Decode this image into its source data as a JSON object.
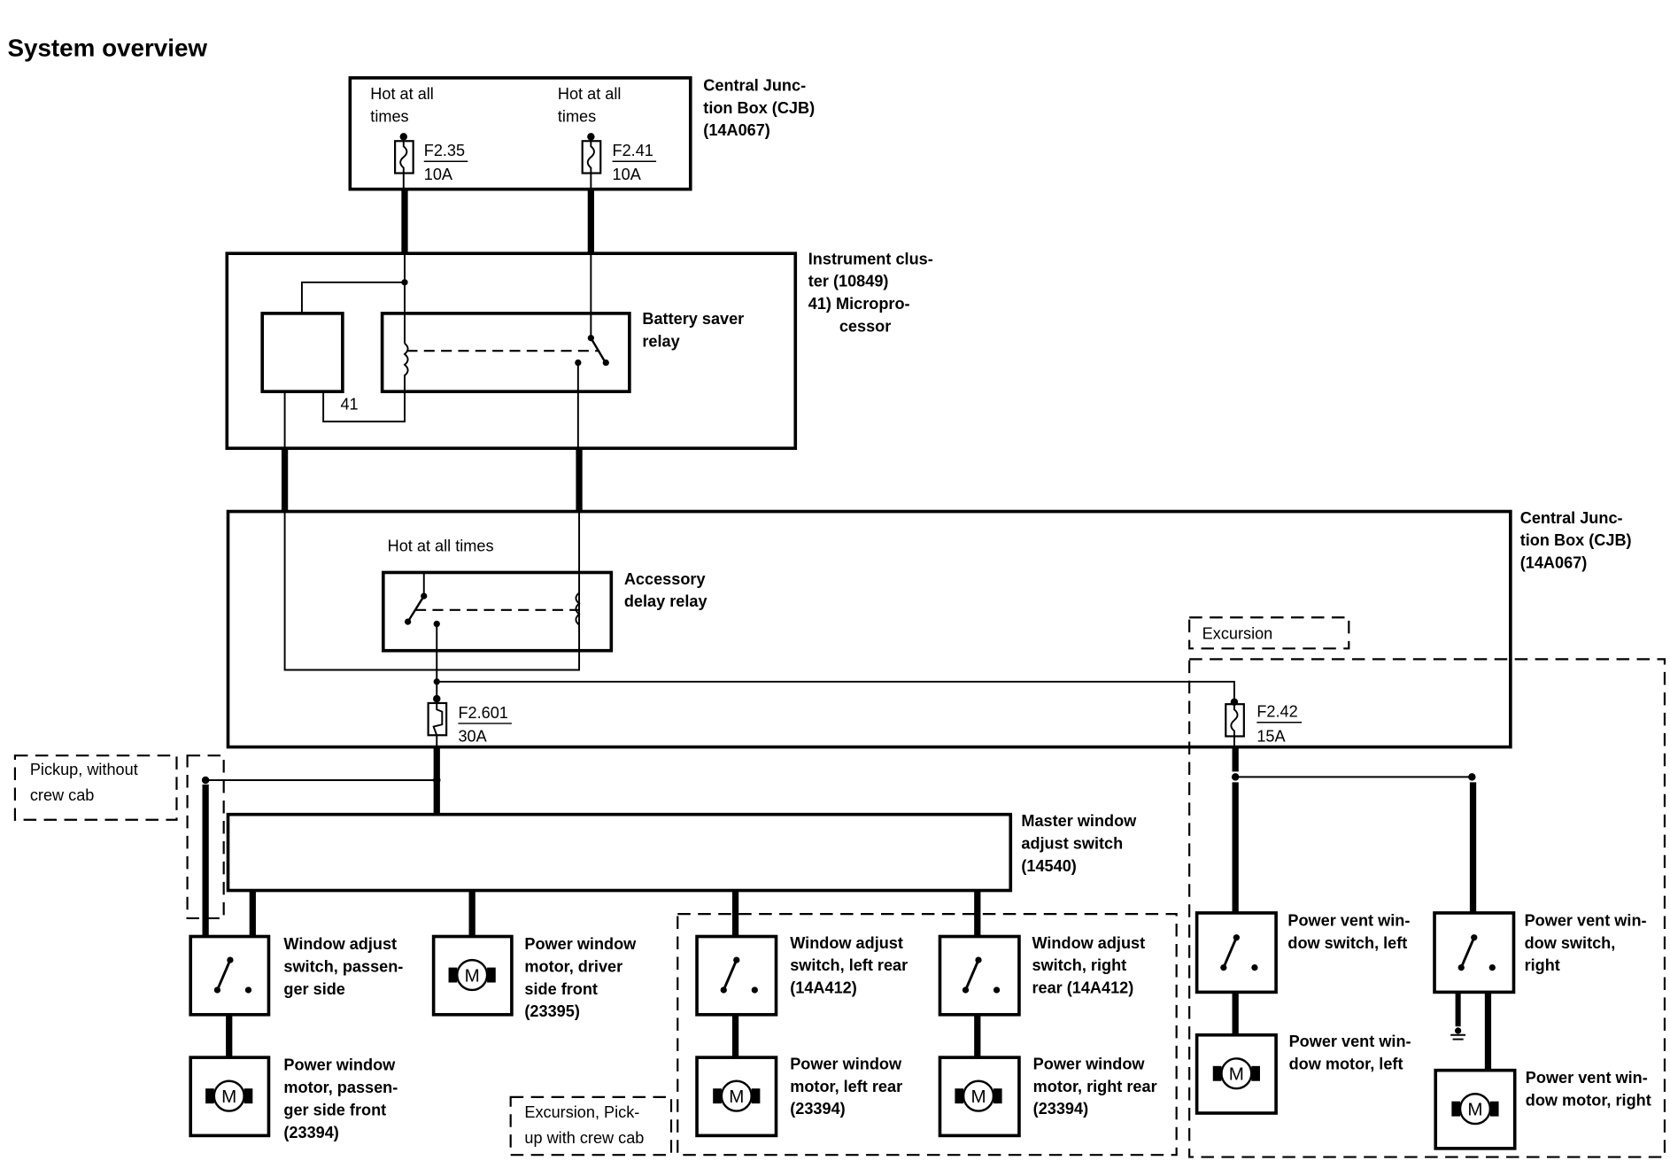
{
  "title": "System overview",
  "colors": {
    "ink": "#000000",
    "background": "#ffffff"
  },
  "cjb_top": {
    "name": [
      "Central Junc-",
      "tion Box (CJB)",
      "(14A067)"
    ],
    "feeds": [
      {
        "label": [
          "Hot at all",
          "times"
        ],
        "fuse": "F2.35",
        "rating": "10A"
      },
      {
        "label": [
          "Hot at all",
          "times"
        ],
        "fuse": "F2.41",
        "rating": "10A"
      }
    ]
  },
  "instrument_cluster": {
    "name": [
      "Instrument clus-",
      "ter (10849)",
      "41) Micropro-",
      "cessor"
    ],
    "relay_label": [
      "Battery saver",
      "relay"
    ],
    "microprocessor_ref": "41"
  },
  "cjb_main": {
    "name": [
      "Central Junc-",
      "tion Box (CJB)",
      "(14A067)"
    ],
    "hot_label": "Hot at all times",
    "relay_label": [
      "Accessory",
      "delay relay"
    ],
    "fuses": [
      {
        "fuse": "F2.601",
        "rating": "30A"
      },
      {
        "fuse": "F2.42",
        "rating": "15A"
      }
    ]
  },
  "variants": {
    "pickup_no_crew": [
      "Pickup, without",
      "crew cab"
    ],
    "excursion_crew": [
      "Excursion, Pick-",
      "up with crew cab"
    ],
    "excursion": "Excursion"
  },
  "master_switch": {
    "name": [
      "Master window",
      "adjust switch",
      "(14540)"
    ]
  },
  "components": {
    "switch_pass": [
      "Window adjust",
      "switch, passen-",
      "ger side"
    ],
    "motor_pass": [
      "Power window",
      "motor, passen-",
      "ger side front",
      "(23394)"
    ],
    "motor_driver": [
      "Power window",
      "motor, driver",
      "side front",
      "(23395)"
    ],
    "switch_lr": [
      "Window adjust",
      "switch, left rear",
      "(14A412)"
    ],
    "motor_lr": [
      "Power window",
      "motor, left rear",
      "(23394)"
    ],
    "switch_rr": [
      "Window adjust",
      "switch, right",
      "rear (14A412)"
    ],
    "motor_rr": [
      "Power window",
      "motor, right rear",
      "(23394)"
    ],
    "vent_switch_l": [
      "Power vent win-",
      "dow switch, left"
    ],
    "vent_motor_l": [
      "Power vent win-",
      "dow motor, left"
    ],
    "vent_switch_r": [
      "Power vent win-",
      "dow switch,",
      "right"
    ],
    "vent_motor_r": [
      "Power vent win-",
      "dow motor, right"
    ]
  },
  "motor_glyph": "M"
}
